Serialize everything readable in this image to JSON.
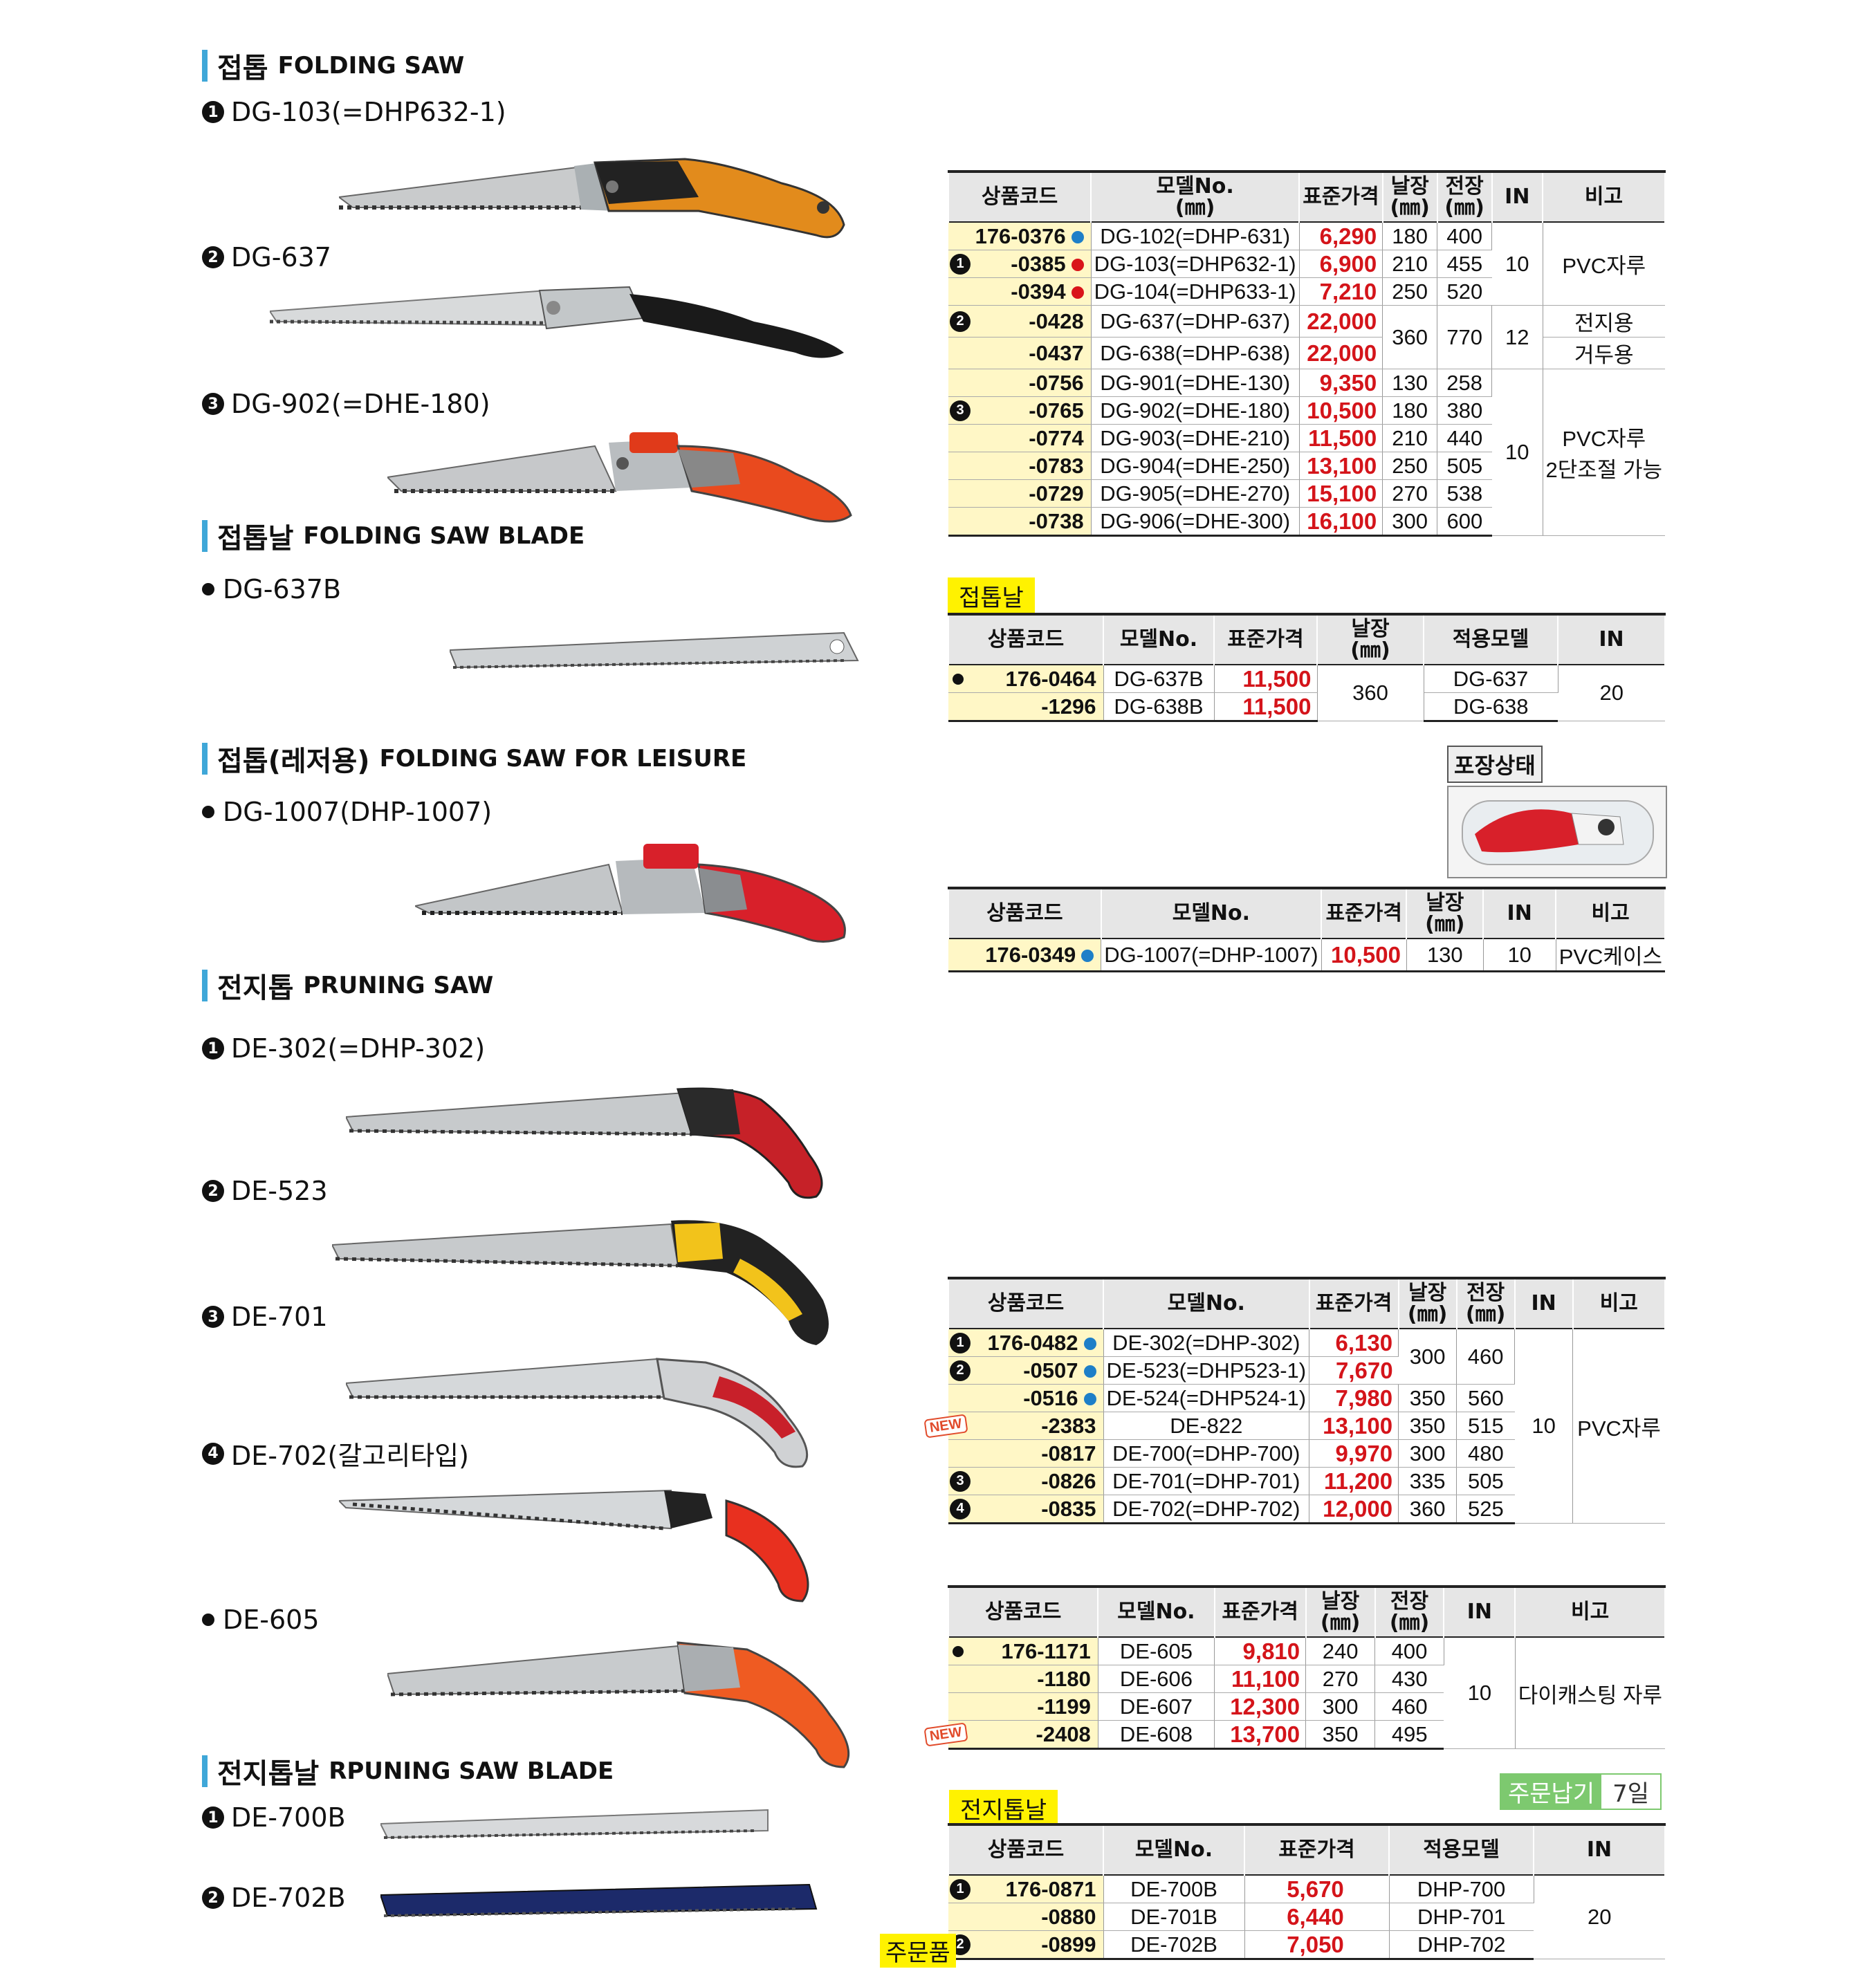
{
  "sections": {
    "folding": {
      "ko": "접톱",
      "en": "FOLDING SAW"
    },
    "folding_blade": {
      "ko": "접톱날",
      "en": "FOLDING SAW BLADE"
    },
    "leisure": {
      "ko": "접톱(레저용)",
      "en": "FOLDING SAW FOR LEISURE"
    },
    "pruning": {
      "ko": "전지톱",
      "en": "PRUNING SAW"
    },
    "pruning_blade": {
      "ko": "전지톱날",
      "en": "RPUNING SAW BLADE"
    }
  },
  "items": {
    "dg103": "DG-103(=DHP632-1)",
    "dg637": "DG-637",
    "dg902": "DG-902(=DHE-180)",
    "dg637b": "DG-637B",
    "dg1007": "DG-1007(DHP-1007)",
    "de302": "DE-302(=DHP-302)",
    "de523": "DE-523",
    "de701": "DE-701",
    "de702": "DE-702(갈고리타입)",
    "de605": "DE-605",
    "de700b": "DE-700B",
    "de702b": "DE-702B"
  },
  "labels": {
    "blade_tag": "접톱날",
    "pack_tag": "포장상태",
    "pruning_blade_tag": "전지톱날",
    "order_tag": "주문납기",
    "order_days": "7일",
    "order_item": "주문품",
    "new": "NEW"
  },
  "headers": {
    "code": "상품코드",
    "model": "모델No.",
    "unit": "(㎜)",
    "price": "표준가격",
    "blade": "날장",
    "total": "전장",
    "in": "IN",
    "note": "비고",
    "fit": "적용모델"
  },
  "table1": {
    "rows": [
      {
        "mark": "",
        "code": "176-0376",
        "dot": "b",
        "model": "DG-102(=DHP-631)",
        "price": "6,290",
        "blade": "180",
        "total": "400"
      },
      {
        "mark": "1",
        "code": "-0385",
        "dot": "r",
        "model": "DG-103(=DHP632-1)",
        "price": "6,900",
        "blade": "210",
        "total": "455"
      },
      {
        "mark": "",
        "code": "-0394",
        "dot": "r",
        "model": "DG-104(=DHP633-1)",
        "price": "7,210",
        "blade": "250",
        "total": "520"
      },
      {
        "mark": "2",
        "code": "-0428",
        "dot": "",
        "model": "DG-637(=DHP-637)",
        "price": "22,000",
        "blade": "360",
        "total": "770"
      },
      {
        "mark": "",
        "code": "-0437",
        "dot": "",
        "model": "DG-638(=DHP-638)",
        "price": "22,000",
        "blade": "",
        "total": ""
      },
      {
        "mark": "",
        "code": "-0756",
        "dot": "",
        "model": "DG-901(=DHE-130)",
        "price": "9,350",
        "blade": "130",
        "total": "258"
      },
      {
        "mark": "3",
        "code": "-0765",
        "dot": "",
        "model": "DG-902(=DHE-180)",
        "price": "10,500",
        "blade": "180",
        "total": "380"
      },
      {
        "mark": "",
        "code": "-0774",
        "dot": "",
        "model": "DG-903(=DHE-210)",
        "price": "11,500",
        "blade": "210",
        "total": "440"
      },
      {
        "mark": "",
        "code": "-0783",
        "dot": "",
        "model": "DG-904(=DHE-250)",
        "price": "13,100",
        "blade": "250",
        "total": "505"
      },
      {
        "mark": "",
        "code": "-0729",
        "dot": "",
        "model": "DG-905(=DHE-270)",
        "price": "15,100",
        "blade": "270",
        "total": "538"
      },
      {
        "mark": "",
        "code": "-0738",
        "dot": "",
        "model": "DG-906(=DHE-300)",
        "price": "16,100",
        "blade": "300",
        "total": "600"
      }
    ],
    "in_a": "10",
    "note_a": "PVC자루",
    "in_b": "12",
    "note_b1": "전지용",
    "note_b2": "거두용",
    "in_c": "10",
    "note_c1": "PVC자루",
    "note_c2": "2단조절 가능"
  },
  "table2": {
    "rows": [
      {
        "code": "176-0464",
        "model": "DG-637B",
        "price": "11,500",
        "fit": "DG-637"
      },
      {
        "code": "-1296",
        "model": "DG-638B",
        "price": "11,500",
        "fit": "DG-638"
      }
    ],
    "blade": "360",
    "in": "20"
  },
  "table3": {
    "row": {
      "code": "176-0349",
      "model": "DG-1007(=DHP-1007)",
      "price": "10,500",
      "blade": "130",
      "in": "10",
      "note": "PVC케이스"
    }
  },
  "table4": {
    "rows": [
      {
        "mark": "1",
        "new": false,
        "code": "176-0482",
        "dot": "b",
        "model": "DE-302(=DHP-302)",
        "price": "6,130",
        "blade": "300",
        "total": "460"
      },
      {
        "mark": "2",
        "new": false,
        "code": "-0507",
        "dot": "b",
        "model": "DE-523(=DHP523-1)",
        "price": "7,670",
        "blade": "",
        "total": ""
      },
      {
        "mark": "",
        "new": false,
        "code": "-0516",
        "dot": "b",
        "model": "DE-524(=DHP524-1)",
        "price": "7,980",
        "blade": "350",
        "total": "560"
      },
      {
        "mark": "",
        "new": true,
        "code": "-2383",
        "dot": "",
        "model": "DE-822",
        "price": "13,100",
        "blade": "350",
        "total": "515"
      },
      {
        "mark": "",
        "new": false,
        "code": "-0817",
        "dot": "",
        "model": "DE-700(=DHP-700)",
        "price": "9,970",
        "blade": "300",
        "total": "480"
      },
      {
        "mark": "3",
        "new": false,
        "code": "-0826",
        "dot": "",
        "model": "DE-701(=DHP-701)",
        "price": "11,200",
        "blade": "335",
        "total": "505"
      },
      {
        "mark": "4",
        "new": false,
        "code": "-0835",
        "dot": "",
        "model": "DE-702(=DHP-702)",
        "price": "12,000",
        "blade": "360",
        "total": "525"
      }
    ],
    "in": "10",
    "note": "PVC자루"
  },
  "table5": {
    "rows": [
      {
        "bullet": true,
        "new": false,
        "code": "176-1171",
        "model": "DE-605",
        "price": "9,810",
        "blade": "240",
        "total": "400"
      },
      {
        "bullet": false,
        "new": false,
        "code": "-1180",
        "model": "DE-606",
        "price": "11,100",
        "blade": "270",
        "total": "430"
      },
      {
        "bullet": false,
        "new": false,
        "code": "-1199",
        "model": "DE-607",
        "price": "12,300",
        "blade": "300",
        "total": "460"
      },
      {
        "bullet": false,
        "new": true,
        "code": "-2408",
        "model": "DE-608",
        "price": "13,700",
        "blade": "350",
        "total": "495"
      }
    ],
    "in": "10",
    "note": "다이캐스팅 자루"
  },
  "table6": {
    "rows": [
      {
        "mark": "1",
        "code": "176-0871",
        "model": "DE-700B",
        "price": "5,670",
        "fit": "DHP-700"
      },
      {
        "mark": "",
        "code": "-0880",
        "model": "DE-701B",
        "price": "6,440",
        "fit": "DHP-701"
      },
      {
        "mark": "2",
        "code": "-0899",
        "model": "DE-702B",
        "price": "7,050",
        "fit": "DHP-702"
      }
    ],
    "in": "20"
  },
  "colors": {
    "accent": "#3fa7d8",
    "price": "#d4141a",
    "code_bg": "#fff7c6",
    "highlight": "#fff200",
    "order_green": "#7dc96f"
  }
}
